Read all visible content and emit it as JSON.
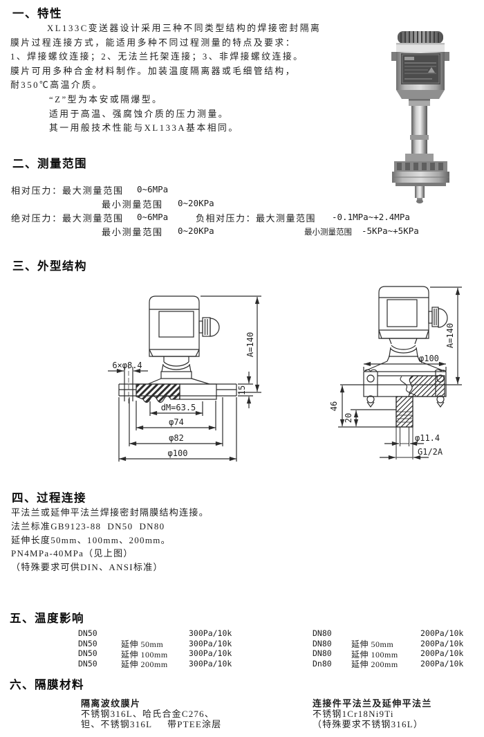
{
  "sections": {
    "features": {
      "heading": "一、特性",
      "lines": [
        "XL133C变送器设计采用三种不同类型结构的焊接密封隔离",
        "膜片过程连接方式，能适用多种不同过程测量的特点及要求：",
        "1、焊接螺纹连接；2、无法兰托架连接；3、非焊接螺纹连接。",
        "膜片可用多种合金材料制作。加装温度隔离器或毛细管结构，",
        "耐350℃高温介质。",
        "“Z”型为本安或隔爆型。",
        "适用于高温、强腐蚀介质的压力测量。",
        "其一用般技术性能与XL133A基本相同。"
      ]
    },
    "range": {
      "heading": "二、测量范围",
      "rel_label": "相对压力：最大测量范围",
      "rel_max": "0~6MPa",
      "rel_min_label": "最小测量范围",
      "rel_min": "0~20KPa",
      "abs_label": "绝对压力：最大测量范围",
      "abs_max": "0~6MPa",
      "abs_min_label": "最小测量范围",
      "abs_min": "0~20KPa",
      "neg_label": "负相对压力：最大测量范围",
      "neg_max": "-0.1MPa~+2.4MPa",
      "neg_min_label": "最小测量范围",
      "neg_min": "-5KPa~+5KPa"
    },
    "outline": {
      "heading": "三、外型结构",
      "left_dims": {
        "holes": "6×φ8.4",
        "a": "A=140",
        "t": "15",
        "dm": "dM=63.5",
        "d74": "φ74",
        "d82": "φ82",
        "d100": "φ100"
      },
      "right_dims": {
        "a": "A=140",
        "d100": "φ100",
        "h46": "46",
        "h20": "20",
        "d114": "φ11.4",
        "thread": "G1/2A"
      }
    },
    "process": {
      "heading": "四、过程连接",
      "lines": [
        "平法兰或延伸平法兰焊接密封隔膜结构连接。",
        "法兰标准GB9123-88  DN50  DN80",
        "延伸长度50mm、100mm、200mm。",
        "PN4MPa-40MPa（见上图）",
        "（特殊要求可供DIN、ANSI标准）"
      ]
    },
    "temperature": {
      "heading": "五、温度影响",
      "left_rows": [
        [
          "DN50",
          "",
          "300Pa/10k"
        ],
        [
          "DN50",
          "延伸 50mm",
          "300Pa/10k"
        ],
        [
          "DN50",
          "延伸 100mm",
          "300Pa/10k"
        ],
        [
          "DN50",
          "延伸 200mm",
          "300Pa/10k"
        ]
      ],
      "right_rows": [
        [
          "DN80",
          "",
          "200Pa/10k"
        ],
        [
          "DN80",
          "延伸 50mm",
          "200Pa/10k"
        ],
        [
          "DN80",
          "延伸 100mm",
          "200Pa/10k"
        ],
        [
          "Dn80",
          "延伸 200mm",
          "200Pa/10k"
        ]
      ]
    },
    "materials": {
      "heading": "六、隔膜材料",
      "left_title": "隔离波纹膜片",
      "left_lines": [
        "不锈钢316L、哈氏合金C276、",
        "钽、不锈钢316L     带PTEE涂层"
      ],
      "right_title": "连接件平法兰及延伸平法兰",
      "right_lines": [
        "不锈钢1Cr18Ni9Ti",
        "（特殊要求不锈钢316L）"
      ]
    }
  }
}
